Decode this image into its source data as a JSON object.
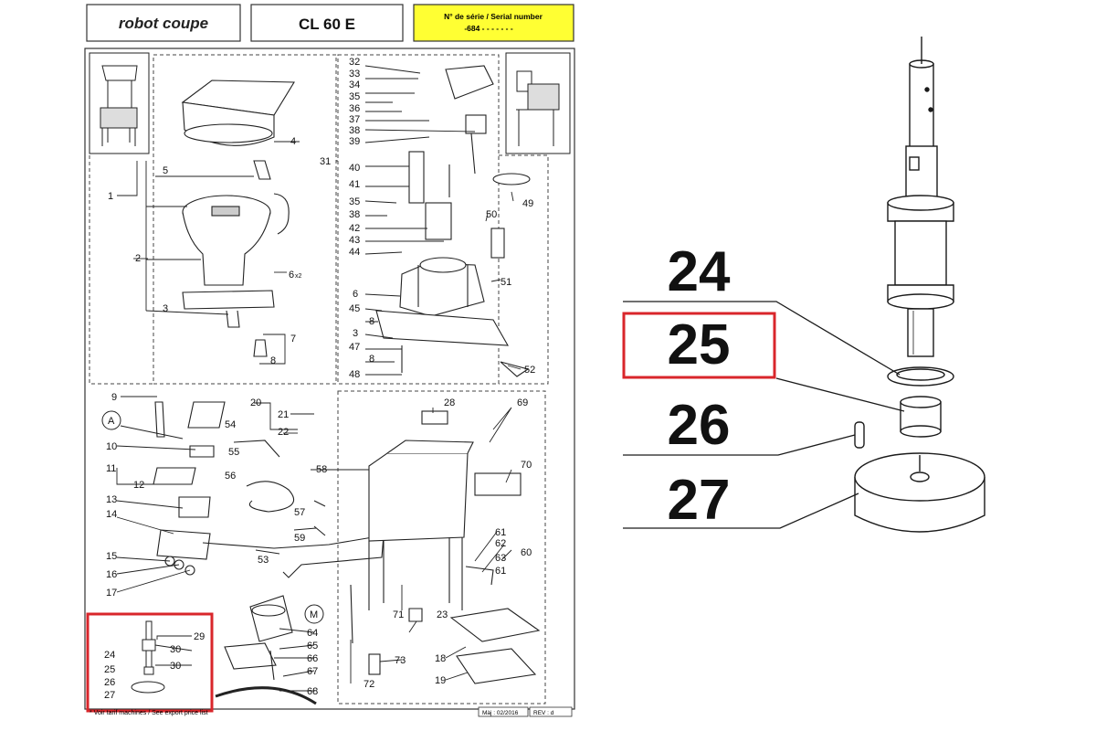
{
  "header": {
    "brand": "robot coupe",
    "model": "CL 60 E",
    "serial_line1": "N° de série / Serial number",
    "serial_line2": "-684 - - - - -   - -"
  },
  "footer": {
    "note": "* Voir tarif machines / See export price list",
    "date": "Màj : 02/2016",
    "rev": "REV : d"
  },
  "colors": {
    "serial_bg": "#ffff33",
    "highlight": "#d9262b",
    "line": "#1a1a1a",
    "dash": "#444444"
  },
  "callouts": {
    "c1": "1",
    "c2": "2",
    "c3": "3",
    "c4": "4",
    "c5": "5",
    "c6": "6",
    "c6x": "x2",
    "c7": "7",
    "c8": "8",
    "c9": "9",
    "cA": "A",
    "c10": "10",
    "c11": "11",
    "c12": "12",
    "c13": "13",
    "c14": "14",
    "c15": "15",
    "c16": "16",
    "c17": "17",
    "c20": "20",
    "c21": "21",
    "c22": "22",
    "c28": "28",
    "c31": "31",
    "c32": "32",
    "c33": "33",
    "c34": "34",
    "c35": "35",
    "c36": "36",
    "c37": "37",
    "c38": "38",
    "c39": "39",
    "c40": "40",
    "c41": "41",
    "c35b": "35",
    "c38b": "38",
    "c42": "42",
    "c43": "43",
    "c44": "44",
    "c6b": "6",
    "c45": "45",
    "c8b": "8",
    "c3b": "3",
    "c47": "47",
    "c8c": "8",
    "c48": "48",
    "c49": "49",
    "c50": "50",
    "c51": "51",
    "c52": "52",
    "c53": "53",
    "c54": "54",
    "c55": "55",
    "c56": "56",
    "c57": "57",
    "c58": "58",
    "c59": "59",
    "c60": "60",
    "c61": "61",
    "c62": "62",
    "c63": "63",
    "c61b": "61",
    "c69": "69",
    "c70": "70",
    "c71": "71",
    "c23": "23",
    "c18": "18",
    "c19": "19",
    "c72": "72",
    "c73": "73",
    "cM": "M",
    "c64": "64",
    "c65": "65",
    "c66": "66",
    "c67": "67",
    "c68": "68",
    "c29": "29",
    "c30a": "30",
    "c30b": "30",
    "c24s": "24",
    "c25s": "25",
    "c26s": "26",
    "c27s": "27"
  },
  "zoom": {
    "l24": "24",
    "l25": "25",
    "l26": "26",
    "l27": "27"
  }
}
